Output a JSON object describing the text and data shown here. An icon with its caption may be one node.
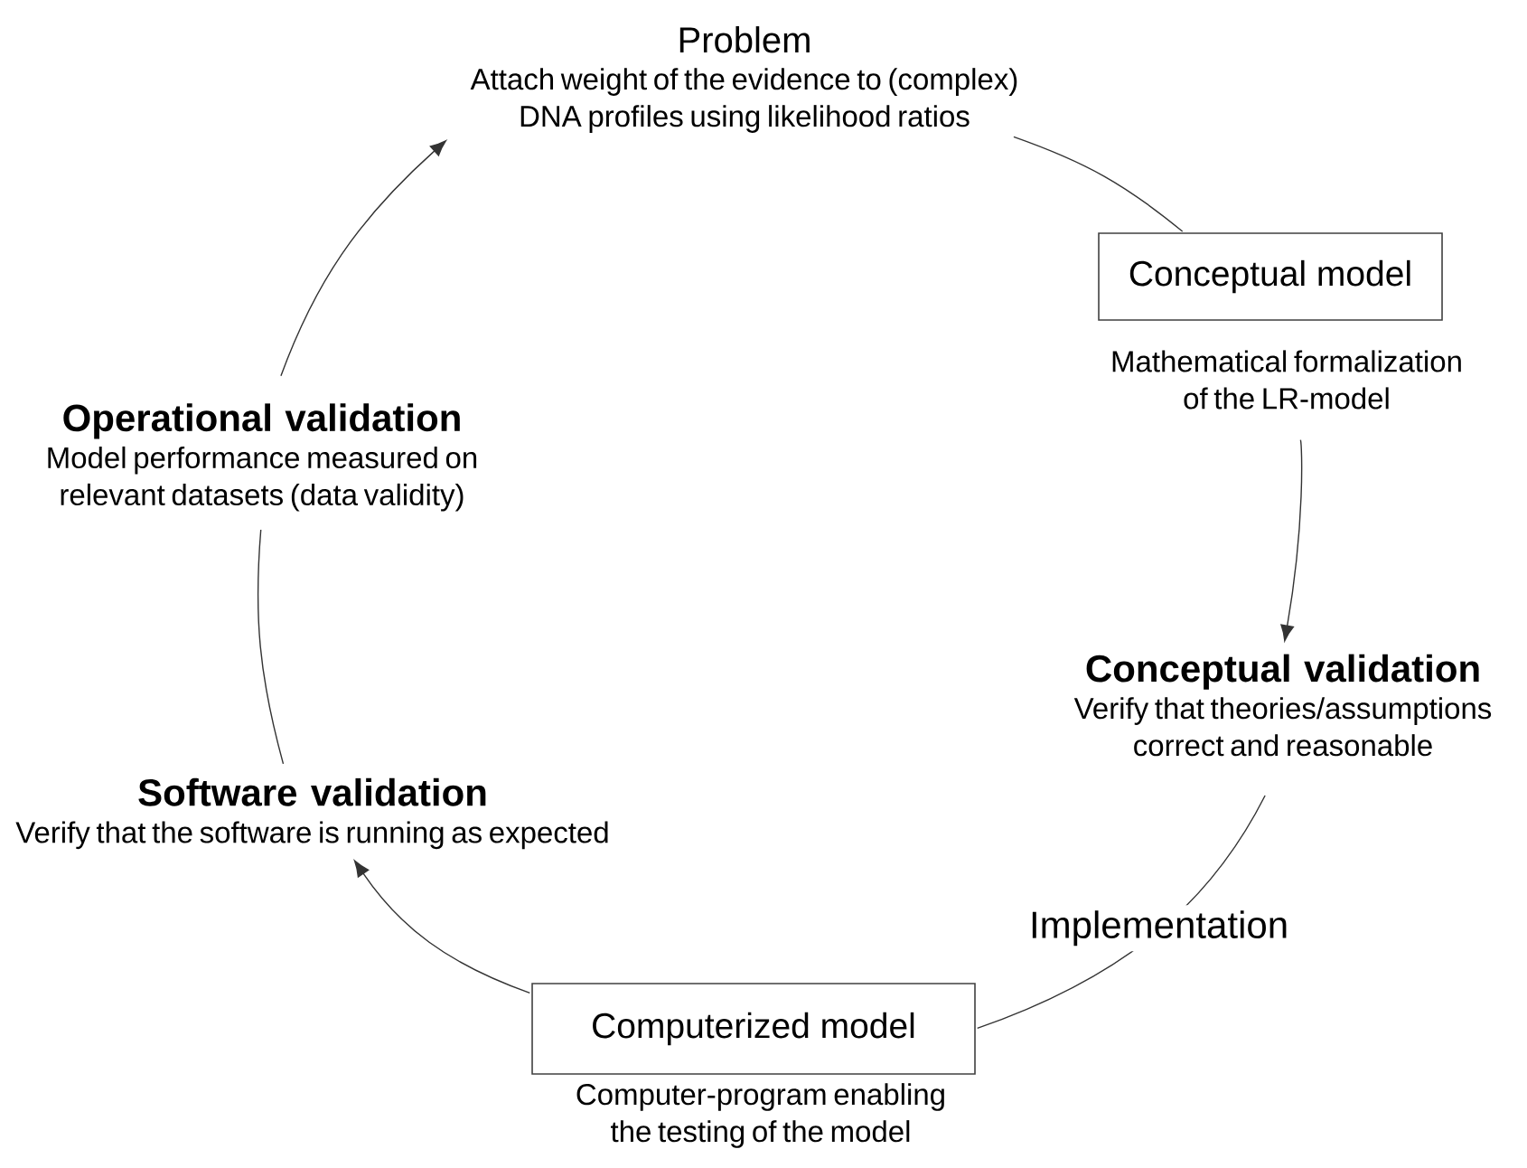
{
  "diagram": {
    "nodes": [
      {
        "text": [
          "Problem",
          "Attach weight of the evidence to (complex) DNA profiles using likelihood ratios"
        ]
      },
      {
        "text": [
          "Conceptual model"
        ],
        "beside": [
          "Mathematical formalization of the LR-model"
        ]
      },
      {
        "text": [
          "Conceptual validation",
          "Verify that theories/assumptions correct and reasonable"
        ]
      },
      {
        "text": [
          "Computerized model"
        ],
        "beside": [
          "Computer-program enabling the testing of the model"
        ]
      },
      {
        "text": [
          "Software validation",
          "Verify that the software is running as expected"
        ]
      },
      {
        "text": [
          "Operational validation",
          "Model performance measured on relevant datasets (data validity)"
        ]
      }
    ],
    "edges": [
      {
        "from": 0,
        "to": 1,
        "arrow": "none"
      },
      {
        "from": 1,
        "to": 2,
        "arrow": "to"
      },
      {
        "from": 2,
        "to": 3,
        "arrow": "none",
        "label": "Implementation"
      },
      {
        "from": 3,
        "to": 4,
        "arrow": "to"
      },
      {
        "from": 4,
        "to": 5,
        "arrow": "none"
      },
      {
        "from": 5,
        "to": 0,
        "arrow": "to"
      }
    ]
  }
}
